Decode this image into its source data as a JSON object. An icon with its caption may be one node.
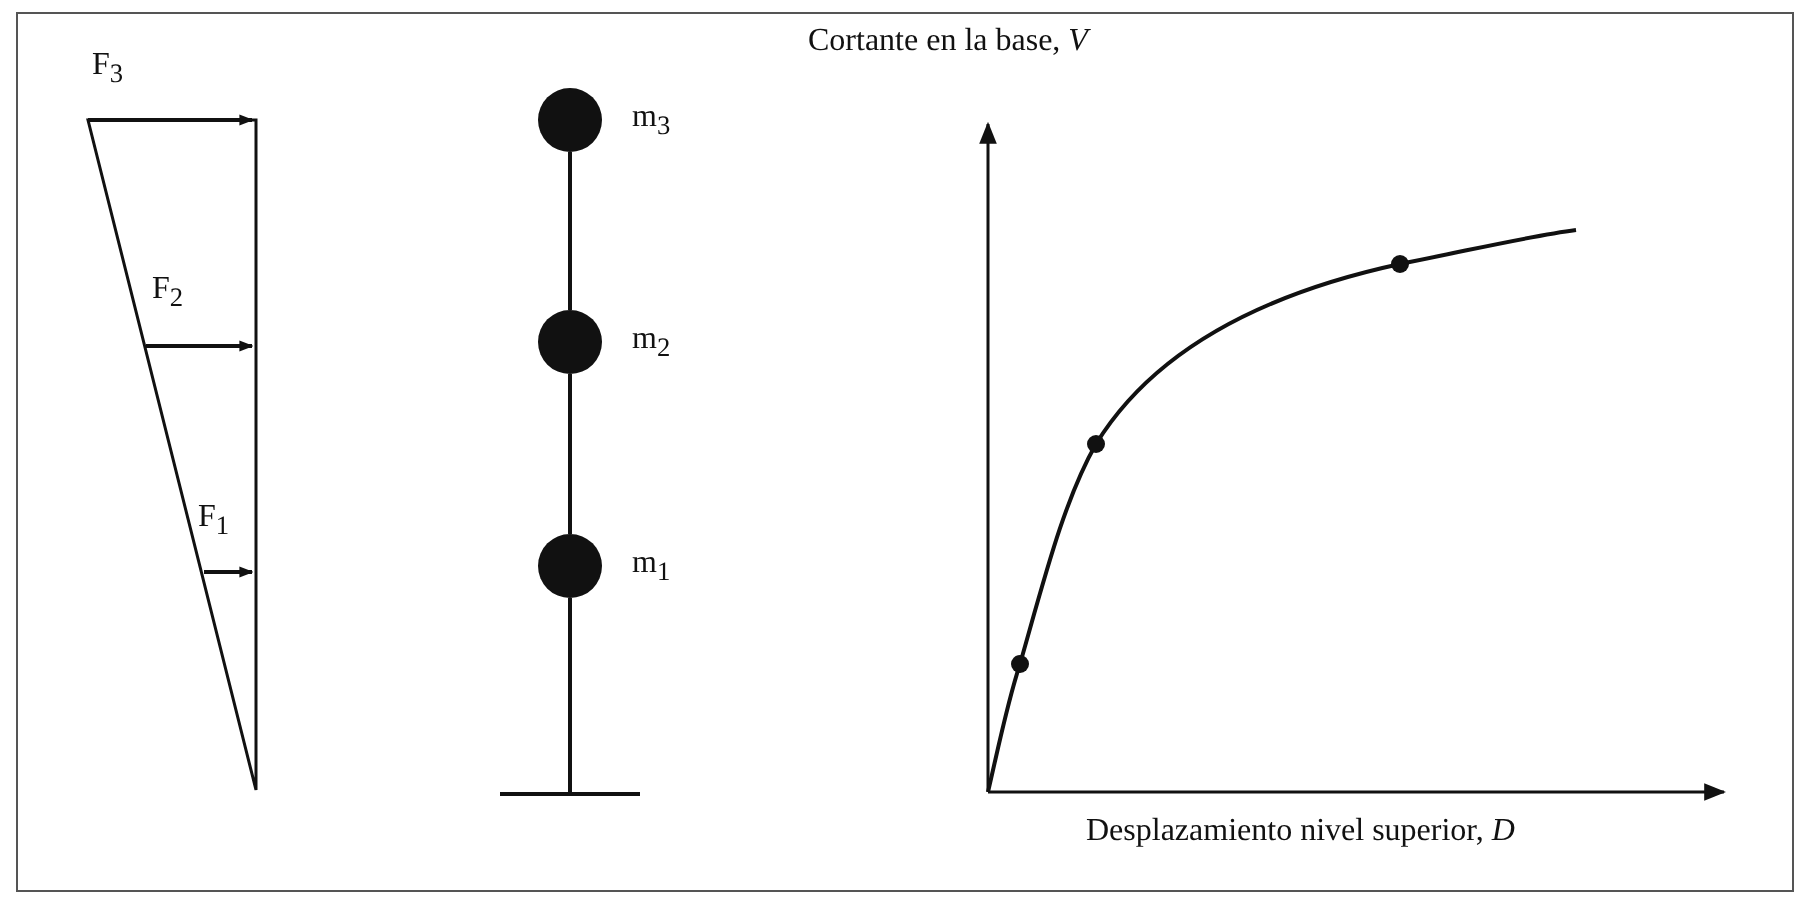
{
  "diagram": {
    "nodes": [
      {
        "text": [],
        "shape": "circle",
        "beside": [
          "m$_{3}$"
        ]
      },
      {
        "text": [],
        "shape": "circle",
        "beside": [
          "m$_{2}$"
        ]
      },
      {
        "text": [],
        "shape": "circle",
        "beside": [
          "m$_{1}$"
        ]
      },
      {
        "text": [],
        "shape": "bar"
      }
    ],
    "edges": [
      {
        "from": 0,
        "to": 1,
        "arrow": "none"
      },
      {
        "from": 1,
        "to": 2,
        "arrow": "none"
      },
      {
        "from": 2,
        "to": 3,
        "arrow": "none"
      }
    ],
    "labels": [
      "F$_{3}$",
      "F$_{2}$",
      "F$_{1}$",
      "Cortante en la base, *V*",
      "Desplazamiento nivel superior, *D*"
    ]
  }
}
